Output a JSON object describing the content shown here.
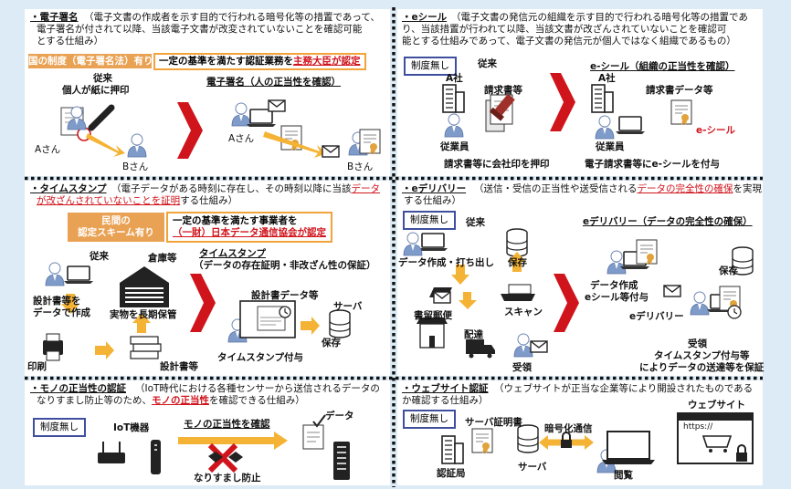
{
  "colors": {
    "background": "#dcebf5",
    "panel": "#ffffff",
    "accent_red": "#d0141c",
    "badge_border": "#3f4f9e",
    "orange": "#e9a153",
    "person_blue": "#7f9bc9",
    "arrow_yellow": "#f5b335"
  },
  "esig": {
    "title": "・電子署名",
    "desc1": "（電子文書の作成者を示す目的で行われる暗号化等の措置であって、",
    "desc2": "電子署名が付されて以降、当該電子文書が改変されていないことを確認可能",
    "desc3": "とする仕組み）",
    "band": "国の制度（電子署名法）有り",
    "box_a": "一定の基準を満たす認証業務を",
    "box_b": "主務大臣が認定",
    "trad1": "従来",
    "trad2": "個人が紙に押印",
    "new": "電子署名（人の正当性を確認）",
    "a_left": "Aさん",
    "b_left": "Bさん",
    "a_right": "Aさん",
    "b_right": "Bさん"
  },
  "eseal": {
    "title": "・eシール",
    "desc1": "（電子文書の発信元の組織を示す目的で行われる暗号化等の措置であ",
    "desc2": "り、当該措置が行われて以降、当該文書が改ざんされていないことを確認可",
    "desc3": "能とする仕組みであって、電子文書の発信元が個人ではなく組織であるもの）",
    "badge": "制度無し",
    "trad": "従来",
    "company_left": "A社",
    "invoice": "請求書等",
    "employee_left": "従業員",
    "caption_left": "請求書等に会社印を押印",
    "new": "e-シール（組織の正当性を確認）",
    "company_right": "A社",
    "invoice_data": "請求書データ等",
    "seal_label": "e-シール",
    "employee_right": "従業員",
    "caption_right": "電子請求書等にe-シールを付与"
  },
  "ts": {
    "title": "・タイムスタンプ",
    "desc1_pre": "（電子データがある時刻に存在し、その時刻以降に当該",
    "desc1_red": "データ",
    "desc2_red": "が改ざんされていないことを証明",
    "desc2_post": "する仕組み）",
    "band1": "民間の",
    "band2": "認定スキーム有り",
    "box_a": "一定の基準を満たす事業者を",
    "box_b": "（一財）日本データ通信協会が認定",
    "trad": "従来",
    "warehouse": "倉庫等",
    "new1": "タイムスタンプ",
    "new2": "（データの存在証明・非改ざん性の保証）",
    "design1": "設計書等を",
    "design2": "データで作成",
    "storage": "実物を長期保管",
    "print": "印刷",
    "design_docs": "設計書等",
    "design_data": "設計書データ等",
    "server": "サーバ",
    "save": "保存",
    "grant": "タイムスタンプ付与"
  },
  "edel": {
    "title": "・eデリバリー",
    "desc1_pre": "（送信・受信の正当性や送受信される",
    "desc1_red": "データの完全性の確保",
    "desc1_post": "を実現",
    "desc2": "する仕組み）",
    "badge": "制度無し",
    "trad": "従来",
    "create": "データ作成・打ち出し",
    "save_left": "保存",
    "mail": "書留郵便",
    "scan": "スキャン",
    "deliver": "配達",
    "receive_left": "受領",
    "new": "eデリバリー（データの完全性の確保）",
    "create2a": "データ作成",
    "create2b": "eシール等付与",
    "save_right": "保存",
    "edelivery": "eデリバリー",
    "receive_right": "受領",
    "ts1": "タイムスタンプ付与等",
    "ts2": "によりデータの送達等を保証"
  },
  "mono": {
    "title": "・モノの正当性の認証",
    "desc1": "（IoT時代における各種センサーから送信されるデータの",
    "desc2_pre": "なりすまし防止等のため、",
    "desc2_red": "モノの正当性",
    "desc2_post": "を確認できる仕組み）",
    "badge": "制度無し",
    "iot": "IoT機器",
    "confirm": "モノの正当性を確認",
    "data": "データ",
    "spoof": "なりすまし防止"
  },
  "web": {
    "title": "・ウェブサイト認証",
    "desc1": "（ウェブサイトが正当な企業等により開設されたものである",
    "desc2": "か確認する仕組み）",
    "badge": "制度無し",
    "cert": "サーバ証明書",
    "encrypt": "暗号化通信",
    "website": "ウェブサイト",
    "url": "https://",
    "ca": "認証局",
    "server": "サーバ",
    "browse": "閲覧"
  }
}
